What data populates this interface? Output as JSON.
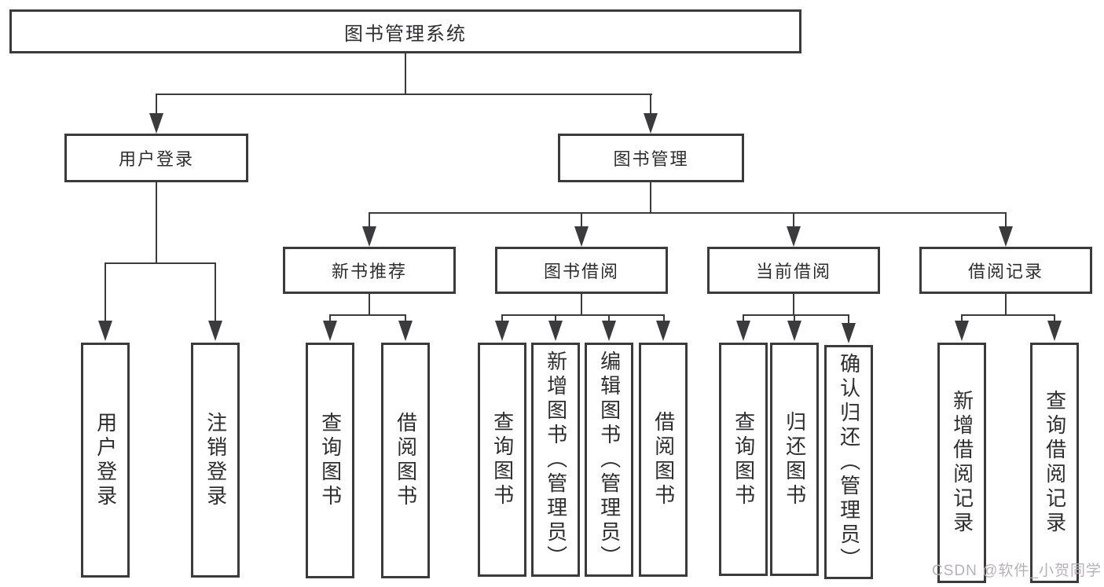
{
  "title": "图书管理系统",
  "user_login": {
    "label": "用户登录",
    "children": [
      "用户登录",
      "注销登录"
    ]
  },
  "book_management": {
    "label": "图书管理",
    "sections": [
      {
        "label": "新书推荐",
        "children": [
          "查询图书",
          "借阅图书"
        ]
      },
      {
        "label": "图书借阅",
        "children": [
          "查询图书",
          "新增图书（管理员）",
          "编辑图书（管理员）",
          "借阅图书"
        ]
      },
      {
        "label": "当前借阅",
        "children": [
          "查询图书",
          "归还图书",
          "确认归还（管理员）"
        ]
      },
      {
        "label": "借阅记录",
        "children": [
          "新增借阅记录",
          "查询借阅记录"
        ]
      }
    ]
  },
  "watermark": "CSDN @软件_小贺同学",
  "colors": {
    "line": "#3b3b3d",
    "text": "#2e2e30",
    "watermark": "#b7b1b7",
    "background": "#ffffff"
  }
}
